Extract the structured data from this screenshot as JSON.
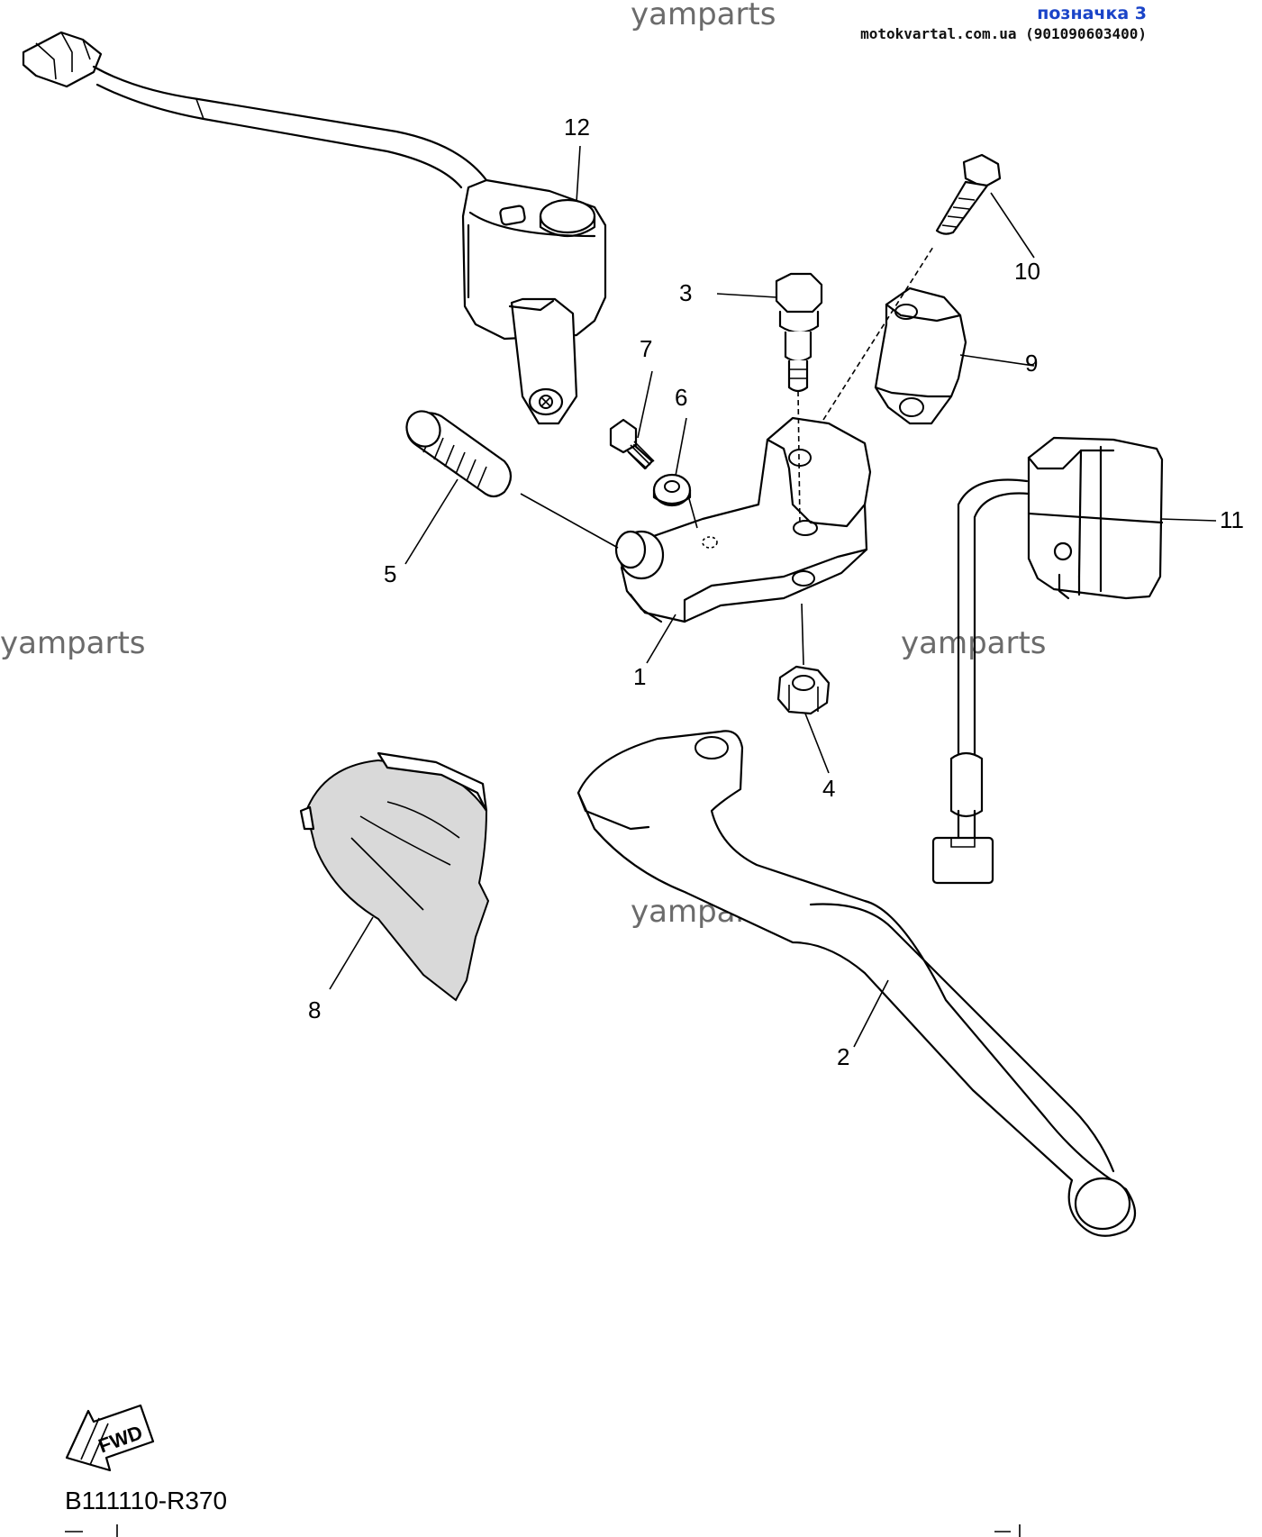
{
  "header": {
    "tag": "позначка 3",
    "site": "motokvartal.com.ua (901090603400)"
  },
  "watermarks": [
    "yamparts",
    "yamparts",
    "yamparts",
    "yamparts"
  ],
  "callouts": [
    "1",
    "2",
    "3",
    "4",
    "5",
    "6",
    "7",
    "8",
    "9",
    "10",
    "11",
    "12"
  ],
  "fwd_label": "FWD",
  "diagram_code": "B111110-R370"
}
